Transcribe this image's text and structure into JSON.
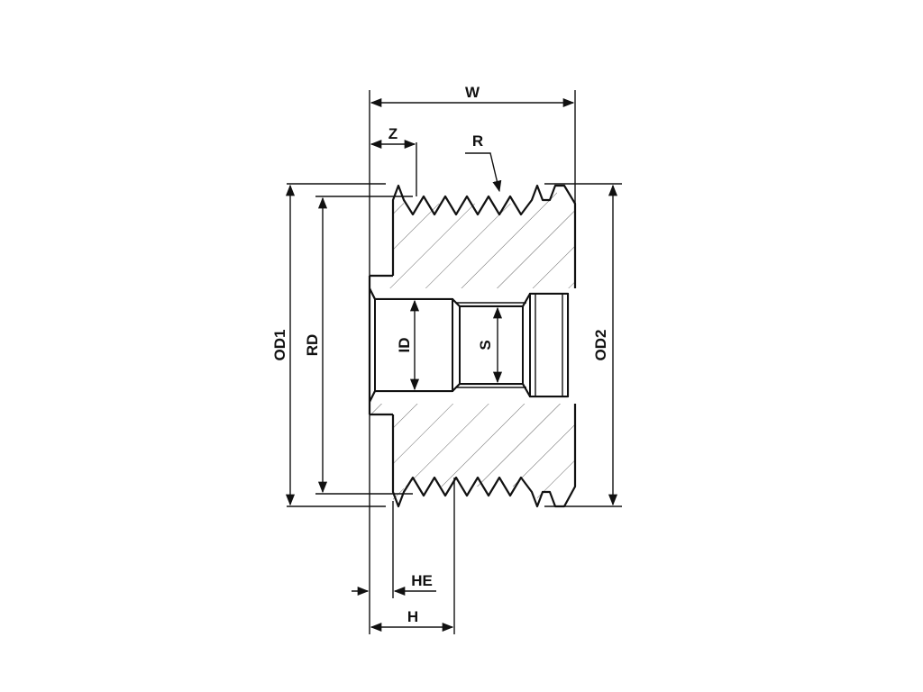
{
  "labels": {
    "W": "W",
    "Z": "Z",
    "R": "R",
    "OD1": "OD1",
    "RD": "RD",
    "ID": "ID",
    "S": "S",
    "OD2": "OD2",
    "HE": "HE",
    "H": "H"
  }
}
